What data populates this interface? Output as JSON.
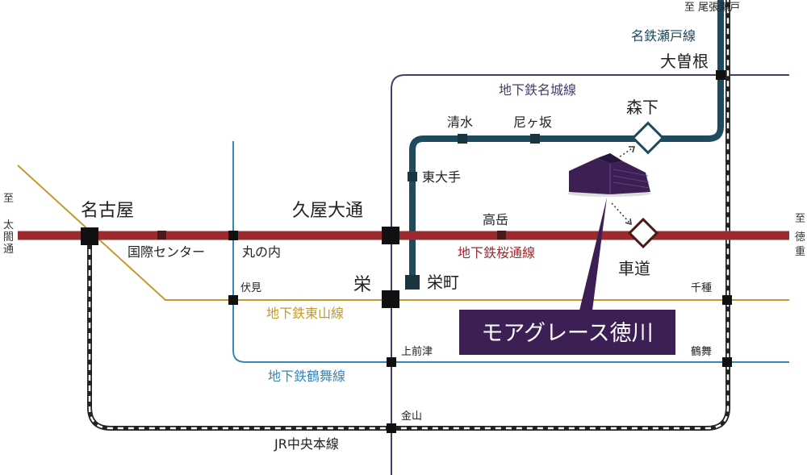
{
  "colors": {
    "sakuradori": "#9b2b2e",
    "higashiyama": "#c49a2c",
    "tsurumai": "#3a86b8",
    "meijo": "#4a3a6e",
    "meitetsu": "#1f4a5e",
    "jr": "#222222",
    "property": "#3c1f55"
  },
  "lines": {
    "sakuradori": "地下鉄桜通線",
    "higashiyama": "地下鉄東山線",
    "tsurumai": "地下鉄鶴舞線",
    "meijo": "地下鉄名城線",
    "meitetsu": "名鉄瀬戸線",
    "jr": "JR中央本線"
  },
  "destinations": {
    "owari_seto": "至 尾張瀬戸",
    "taikodori": [
      "至",
      "太",
      "閤",
      "通"
    ],
    "tokushige": [
      "至",
      "徳",
      "重"
    ]
  },
  "stations": {
    "nagoya": "名古屋",
    "kokusai": "国際センター",
    "marunouchi": "丸の内",
    "hisaya": "久屋大通",
    "sakae": "栄",
    "sakaemachi": "栄町",
    "higashiozone": "東大手",
    "shimizu": "清水",
    "amagasaka": "尼ヶ坂",
    "morishita": "森下",
    "ozone": "大曽根",
    "takaoka": "高岳",
    "kurumamichi": "車道",
    "fushimi": "伏見",
    "chikusa": "千種",
    "kamimaezu": "上前津",
    "tsurumai": "鶴舞",
    "kanayama": "金山"
  },
  "property": {
    "name": "モアグレース徳川",
    "icon": "building-icon"
  }
}
